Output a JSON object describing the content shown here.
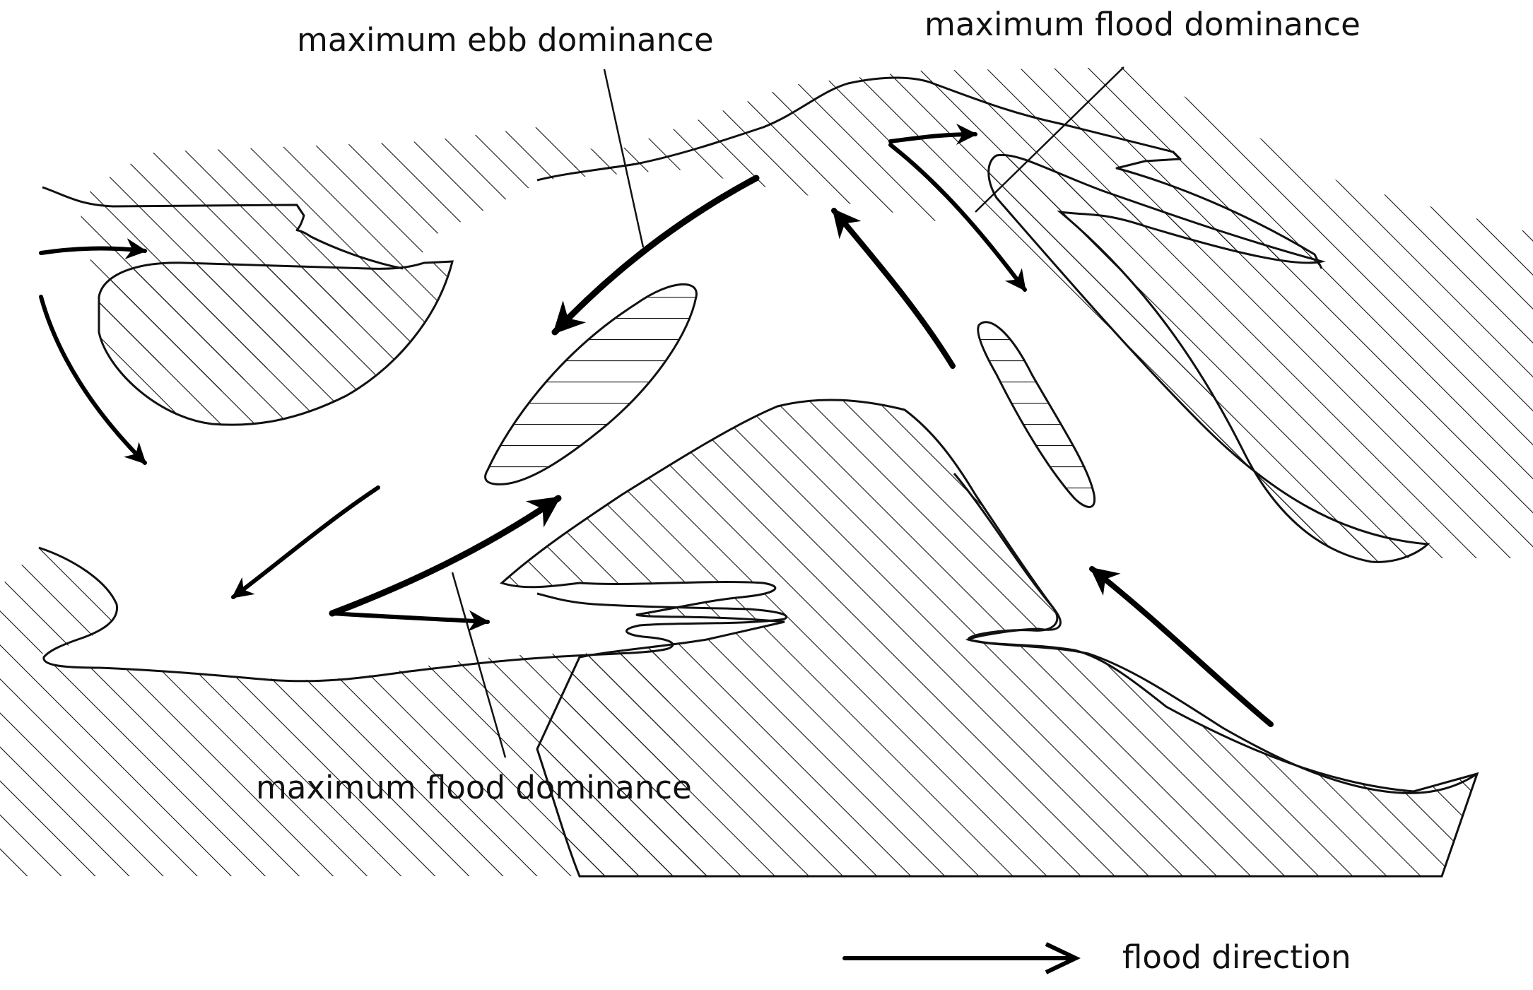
{
  "labels": {
    "ebb_top": "maximum ebb dominance",
    "flood_top": "maximum flood dominance",
    "flood_bottom": "maximum flood dominance",
    "legend": "flood direction"
  },
  "colors": {
    "ink": "#111111",
    "background": "#ffffff"
  }
}
